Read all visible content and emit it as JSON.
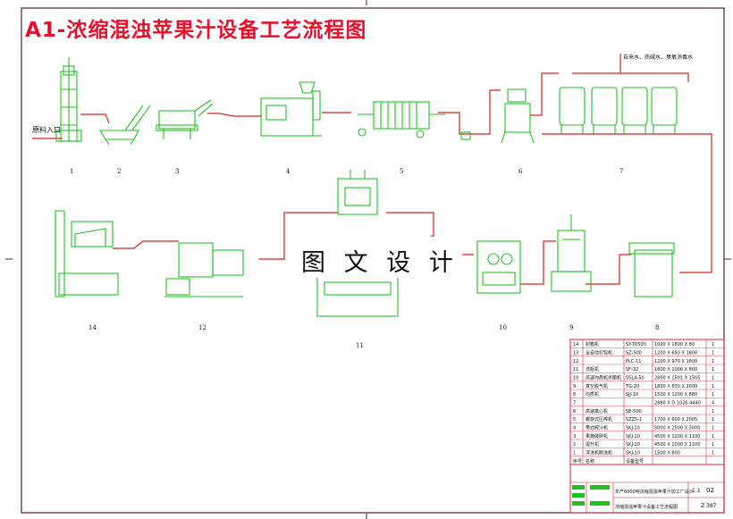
{
  "title": "A1-浓缩混浊苹果汁设备工艺流程图",
  "watermark": "图 文 设 计",
  "labels": {
    "inlet": "原料入口",
    "top_note": "自来水、热碱水、臭氧消毒水"
  },
  "station_numbers": [
    "1",
    "2",
    "3",
    "4",
    "5",
    "6",
    "7",
    "8",
    "9",
    "10",
    "11",
    "12",
    "14"
  ],
  "table": {
    "rows": [
      {
        "no": "14",
        "name": "封箱机",
        "model": "SY-T6500",
        "dim": "1000 X 1800 X 80",
        "qty": "1"
      },
      {
        "no": "13",
        "name": "全自动打包机",
        "model": "SZ-500",
        "dim": "1200 X 650 X 1800",
        "qty": "1"
      },
      {
        "no": "12",
        "name": "",
        "model": "PLC-11",
        "dim": "1200 X 970 X 1800",
        "qty": "1"
      },
      {
        "no": "11",
        "name": "洗瓶机",
        "model": "SF-32",
        "dim": "1800 X 1000 X 800",
        "qty": "1"
      },
      {
        "no": "10",
        "name": "高速均质机杀菌机",
        "model": "SSLA-50",
        "dim": "2800 X 1501 X 1505",
        "qty": "1"
      },
      {
        "no": "9",
        "name": "真空脱气机",
        "model": "TG-20",
        "dim": "1800 X 830 X 2000",
        "qty": "1"
      },
      {
        "no": "8",
        "name": "均质机",
        "model": "SJJ-10",
        "dim": "1500 X 1200 X 880",
        "qty": "1"
      },
      {
        "no": "7",
        "name": "",
        "model": "",
        "dim": "2880 X D 1026 4440",
        "qty": "4"
      },
      {
        "no": "6",
        "name": "高速离心机",
        "model": "SE-500",
        "dim": "",
        "qty": "1"
      },
      {
        "no": "5",
        "name": "螺旋式压榨机",
        "model": "SZZ5-1",
        "dim": "1700 X 600 X 2005",
        "qty": "1"
      },
      {
        "no": "4",
        "name": "带式榨汁机",
        "model": "SKJ-10",
        "dim": "5000 X 2500 X 3000",
        "qty": "1"
      },
      {
        "no": "3",
        "name": "果蔬破碎机",
        "model": "SKJ-10",
        "dim": "4500 X 1200 X 1100",
        "qty": "1"
      },
      {
        "no": "2",
        "name": "提升机",
        "model": "SKJ-10",
        "dim": "4500 X 1000 X 1100",
        "qty": "1"
      },
      {
        "no": "1",
        "name": "浮洗机刷洗机",
        "model": "SKJ-10",
        "dim": "1500 X 800",
        "qty": "1"
      }
    ],
    "header": {
      "no": "序号",
      "name": "名称",
      "model": "设备型号"
    },
    "title_block": {
      "main": "年产6000吨浓缩混浊苹果汁加工厂设计",
      "sub": "浓缩混浊苹果汁设备工艺流程图",
      "sheet_no": "02",
      "scale": "1:1",
      "code": "Z 387"
    }
  },
  "colors": {
    "pipe": "#e0201b",
    "equipment": "#1fc21f",
    "frame": "#5a1a3a",
    "table_red": "#e02030",
    "title": "#e8102a"
  }
}
